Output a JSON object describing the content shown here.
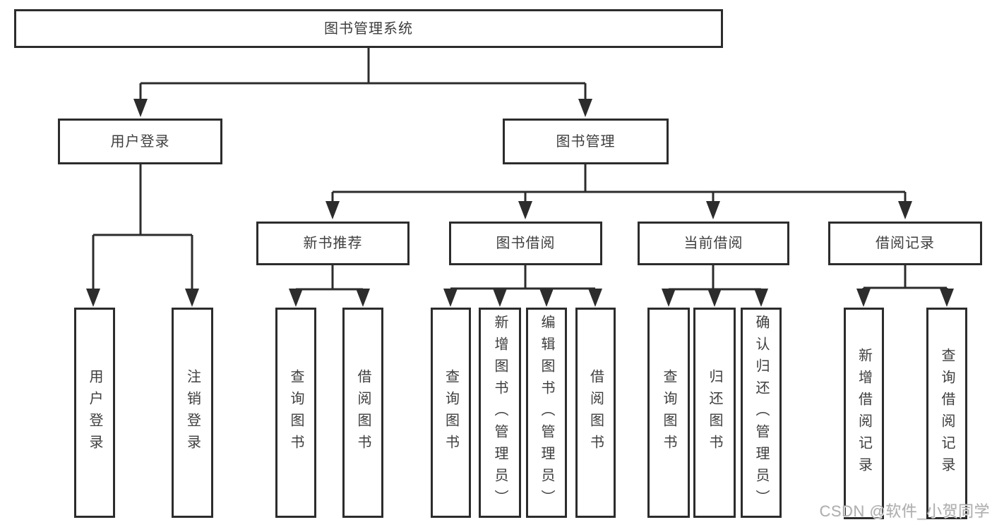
{
  "tree": {
    "title": "图书管理系统",
    "branches": [
      {
        "label": "用户登录",
        "children": [
          "用户登录",
          "注销登录"
        ]
      },
      {
        "label": "图书管理",
        "children": [
          {
            "label": "新书推荐",
            "children": [
              "查询图书",
              "借阅图书"
            ]
          },
          {
            "label": "图书借阅",
            "children": [
              "查询图书",
              "新增图书（管理员）",
              "编辑图书（管理员）",
              "借阅图书"
            ]
          },
          {
            "label": "当前借阅",
            "children": [
              "查询图书",
              "归还图书",
              "确认归还（管理员）"
            ]
          },
          {
            "label": "借阅记录",
            "children": [
              "新增借阅记录",
              "查询借阅记录"
            ]
          }
        ]
      }
    ]
  },
  "watermark": {
    "text": "CSDN @软件_小贺同学"
  },
  "colors": {
    "line": "#2c2c2c",
    "text": "#3e3e3e",
    "watermark": "#aeaeae",
    "background": "#ffffff"
  }
}
